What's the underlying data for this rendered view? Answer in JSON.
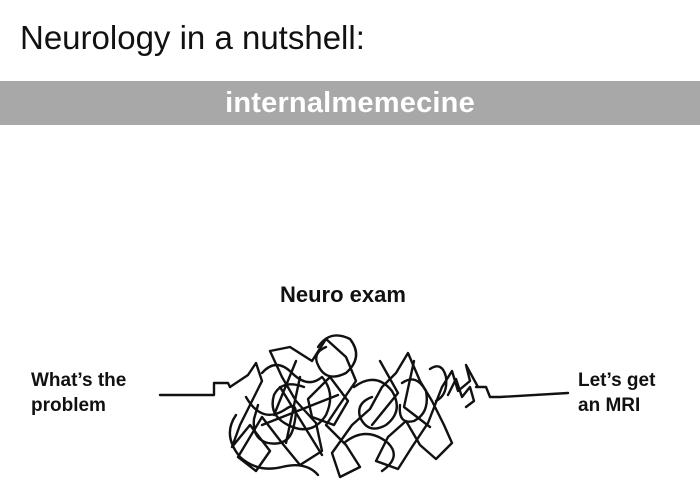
{
  "caption": "Neurology in a nutshell:",
  "watermark": "internalmemecine",
  "diagram": {
    "title": "Neuro exam",
    "start_label": [
      "What’s the",
      "problem"
    ],
    "end_label": [
      "Let’s get",
      "an MRI"
    ]
  },
  "colors": {
    "banner": "#a8a8a8",
    "banner_text": "#ffffff",
    "ink": "#111111"
  }
}
